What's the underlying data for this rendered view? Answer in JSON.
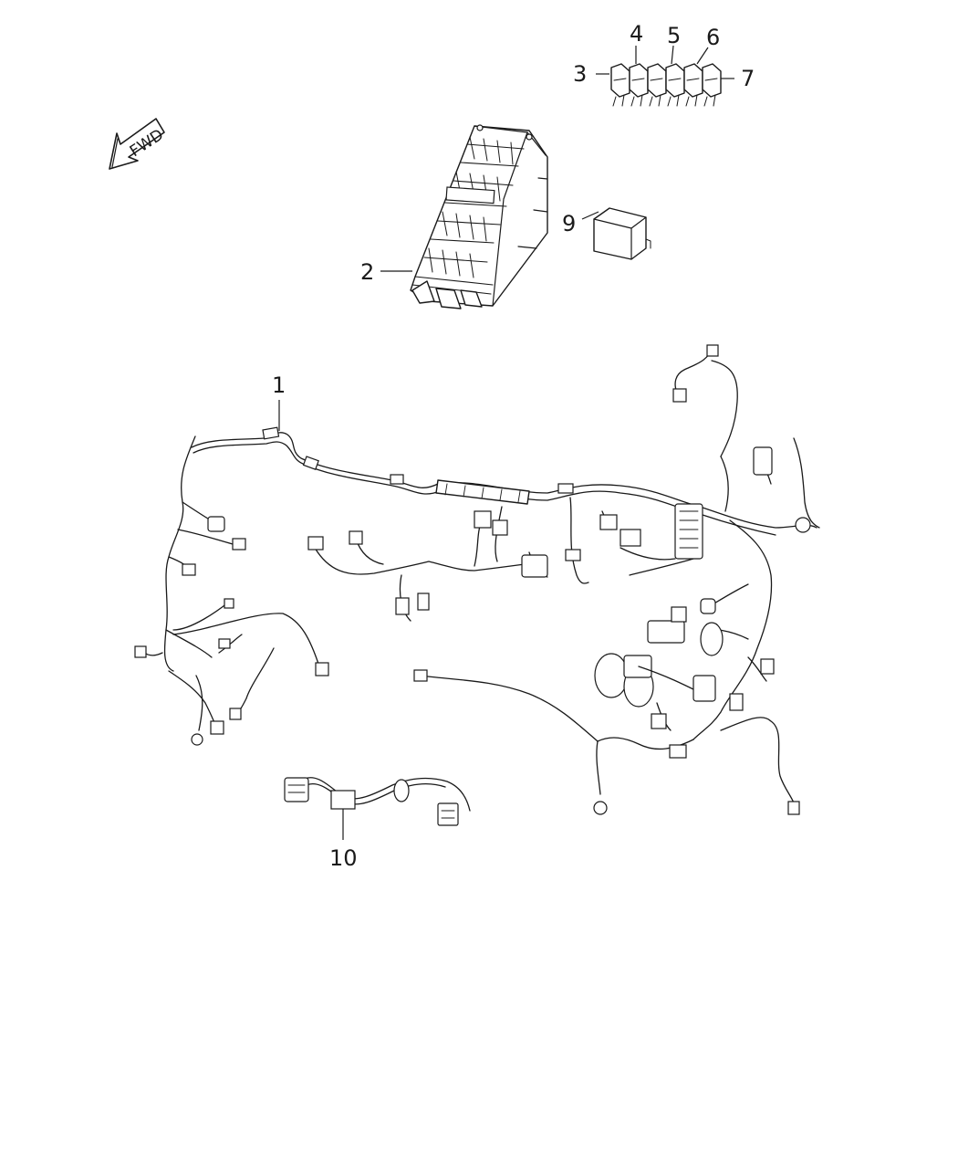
{
  "orientation": {
    "arrow_label": "FWD",
    "icon": "fwd-arrow-icon"
  },
  "callouts": {
    "c1": "1",
    "c2": "2",
    "c3": "3",
    "c4": "4",
    "c5": "5",
    "c6": "6",
    "c7": "7",
    "c9": "9",
    "c10": "10"
  },
  "parts": {
    "p1": "instrument-panel-wiring-harness",
    "p2": "fuse-junction-block",
    "p3_7": "fuse-relay-set",
    "p9": "relay",
    "p10": "jumper-harness"
  }
}
